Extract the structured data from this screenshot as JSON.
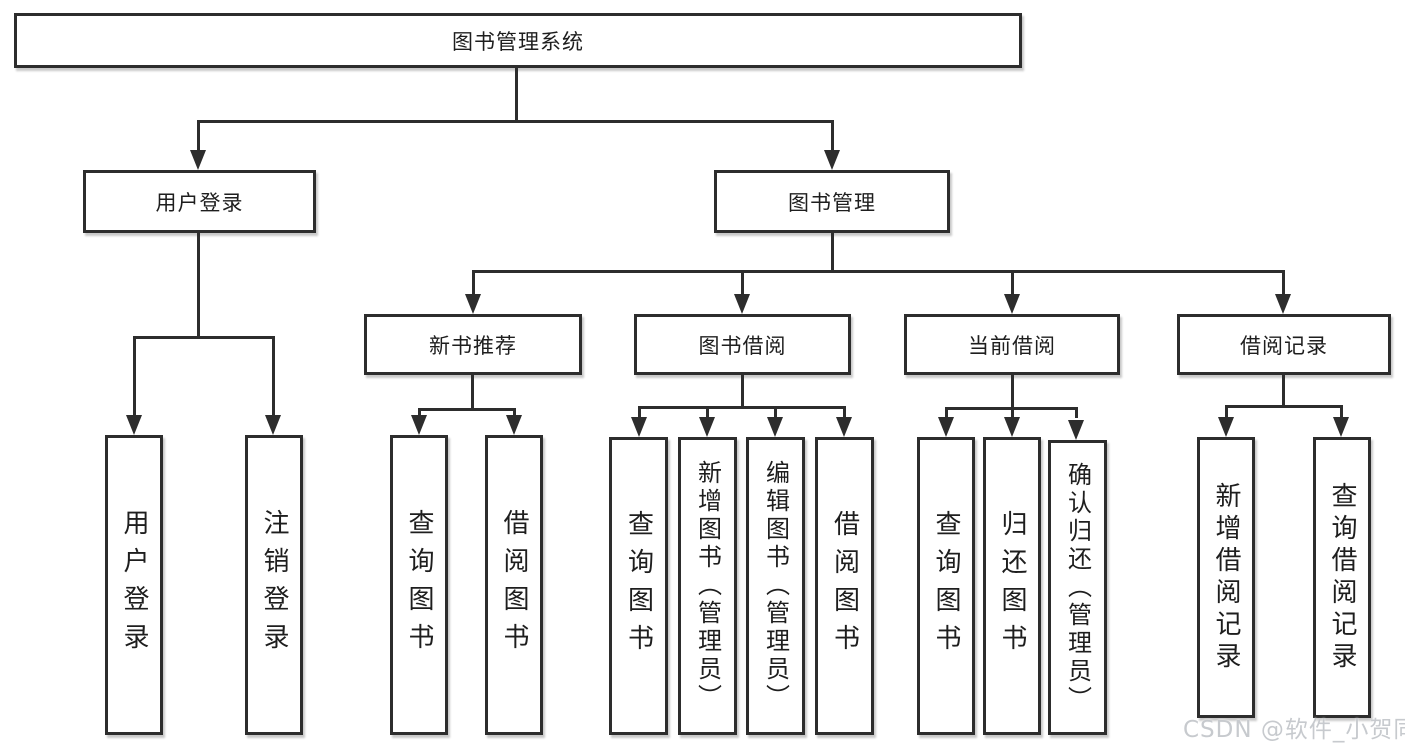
{
  "diagram": {
    "root": {
      "label": "图书管理系统"
    },
    "branches": [
      {
        "label": "用户登录",
        "children": [
          {
            "label": "用户登录"
          },
          {
            "label": "注销登录"
          }
        ]
      },
      {
        "label": "图书管理",
        "children": [
          {
            "label": "新书推荐",
            "children": [
              {
                "label": "查询图书"
              },
              {
                "label": "借阅图书"
              }
            ]
          },
          {
            "label": "图书借阅",
            "children": [
              {
                "label": "查询图书"
              },
              {
                "label": "新增图书（管理员）"
              },
              {
                "label": "编辑图书（管理员）"
              },
              {
                "label": "借阅图书"
              }
            ]
          },
          {
            "label": "当前借阅",
            "children": [
              {
                "label": "查询图书"
              },
              {
                "label": "归还图书"
              },
              {
                "label": "确认归还（管理员）"
              }
            ]
          },
          {
            "label": "借阅记录",
            "children": [
              {
                "label": "新增借阅记录"
              },
              {
                "label": "查询借阅记录"
              }
            ]
          }
        ]
      }
    ]
  },
  "watermark": {
    "text": "CSDN @软件_小贺同学"
  },
  "colors": {
    "line": "#2d2d2d",
    "text": "#1e1e1e",
    "background": "#ffffff",
    "watermark": "#c7cace"
  }
}
